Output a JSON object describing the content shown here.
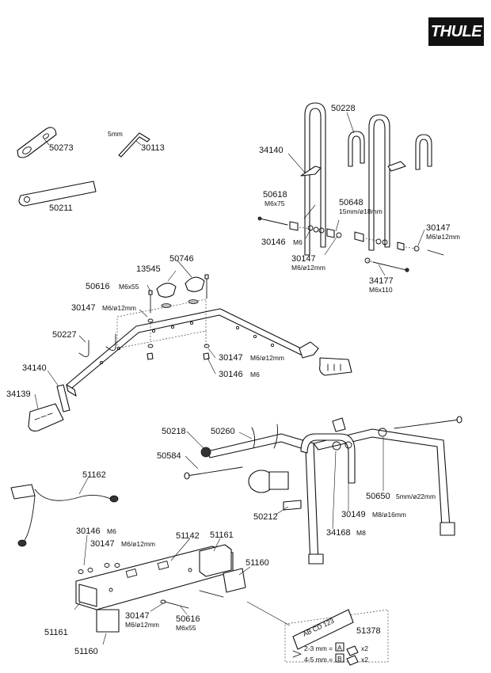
{
  "brand": {
    "name": "THULE",
    "color": "#111111"
  },
  "labels": {
    "p50273": "50273",
    "p30113": "30113",
    "p30113_sub": "5mm",
    "p50211": "50211",
    "p50228": "50228",
    "p34140_top": "34140",
    "p50618": "50618",
    "p50618_sub": "M6x75",
    "p50648": "50648",
    "p50648_sub": "15mm/ø18mm",
    "p30147_a": "30147",
    "p30147_a_sub": "M6/ø12mm",
    "p30146_a": "30146",
    "p30146_a_sub": "M6",
    "p30147_b": "30147",
    "p30147_b_sub": "M6/ø12mm",
    "p34177": "34177",
    "p34177_sub": "M6x110",
    "p13545": "13545",
    "p50746": "50746",
    "p50616_a": "50616",
    "p50616_a_sub": "M6x55",
    "p30147_c": "30147",
    "p30147_c_sub": "M6/ø12mm",
    "p50227": "50227",
    "p30147_d": "30147",
    "p30147_d_sub": "M6/ø12mm",
    "p30146_b": "30146",
    "p30146_b_sub": "M6",
    "p34140_mid": "34140",
    "p34139": "34139",
    "p50218": "50218",
    "p50260": "50260",
    "p50584": "50584",
    "p51162": "51162",
    "p50212": "50212",
    "p30149": "30149",
    "p30149_sub": "M8/ø16mm",
    "p50650": "50650",
    "p50650_sub": "5mm/ø22mm",
    "p34168": "34168",
    "p34168_sub": "M8",
    "p30146_c": "30146",
    "p30146_c_sub": "M6",
    "p30147_e": "30147",
    "p30147_e_sub": "M6/ø12mm",
    "p51142": "51142",
    "p51161_a": "51161",
    "p51160_a": "51160",
    "p51161_b": "51161",
    "p30147_f": "30147",
    "p30147_f_sub": "M6/ø12mm",
    "p50616_b": "50616",
    "p50616_b_sub": "M6x55",
    "p51160_b": "51160",
    "p51378": "51378",
    "plate_text": "AB CD 123",
    "row1": "2-3 mm =",
    "row1_letter": "A",
    "row1_qty": "x2",
    "row2": "4-5 mm =",
    "row2_letter": "B",
    "row2_qty": "x2"
  }
}
